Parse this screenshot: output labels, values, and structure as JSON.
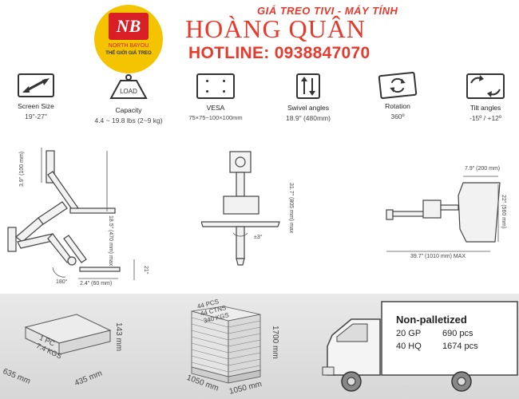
{
  "header": {
    "logo_text": "NB",
    "logo_brand": "NORTH BAYOU",
    "logo_slogan": "THẾ GIỚI GIÁ TREO",
    "tagline": "GIÁ TREO TIVI - MÁY TÍNH",
    "shop_name": "HOÀNG QUÂN",
    "hotline": "HOTLINE: 0938847070"
  },
  "specs": [
    {
      "icon": "screen-size-icon",
      "title": "Screen Size",
      "value": "19\"-27\""
    },
    {
      "icon": "load-weight-icon",
      "title": "Capacity",
      "value": "4.4 ~ 19.8 lbs (2~9 kg)",
      "icon_label": "LOAD"
    },
    {
      "icon": "vesa-icon",
      "title": "VESA",
      "value": "75×75~100×100mm"
    },
    {
      "icon": "swivel-arrows-icon",
      "title": "Swivel angles",
      "value": "18.9\" (480mm)"
    },
    {
      "icon": "rotation-icon",
      "title": "Rotation",
      "value": "360º"
    },
    {
      "icon": "tilt-icon",
      "title": "Tilt angles",
      "value": "-15º   / +12º"
    }
  ],
  "diagram_side": {
    "d1": "3.9\" (100 mm)",
    "d2": "18.5\" (470 mm) max",
    "d3": "2.4\" (60 mm)",
    "d4": "180°",
    "d5": "21°"
  },
  "diagram_front": {
    "d1": "31.7\" (805 mm) max",
    "d2": "±3°"
  },
  "diagram_top": {
    "d1": "7.9\" (200 mm)",
    "d2": "22\" (560 mm)",
    "d3": "39.7\" (1010 mm) MAX"
  },
  "carton": {
    "label1": "1 PC",
    "label2": "7.4 KGS",
    "width": "635 mm",
    "depth": "435 mm",
    "height": "143 mm"
  },
  "pallet": {
    "label1": "44 PCS",
    "label2": "44 CTNS",
    "label3": "340 KGS",
    "height": "1700 mm",
    "width": "1050 mm",
    "depth": "1050 mm"
  },
  "shipping": {
    "heading": "Non-palletized",
    "rows": [
      {
        "container": "20 GP",
        "pcs": "690 pcs"
      },
      {
        "container": "40 HQ",
        "pcs": "1674 pcs"
      }
    ]
  },
  "colors": {
    "brand_red": "#e8392c",
    "logo_yellow": "#f5c400",
    "band_grey": "#dedede"
  }
}
